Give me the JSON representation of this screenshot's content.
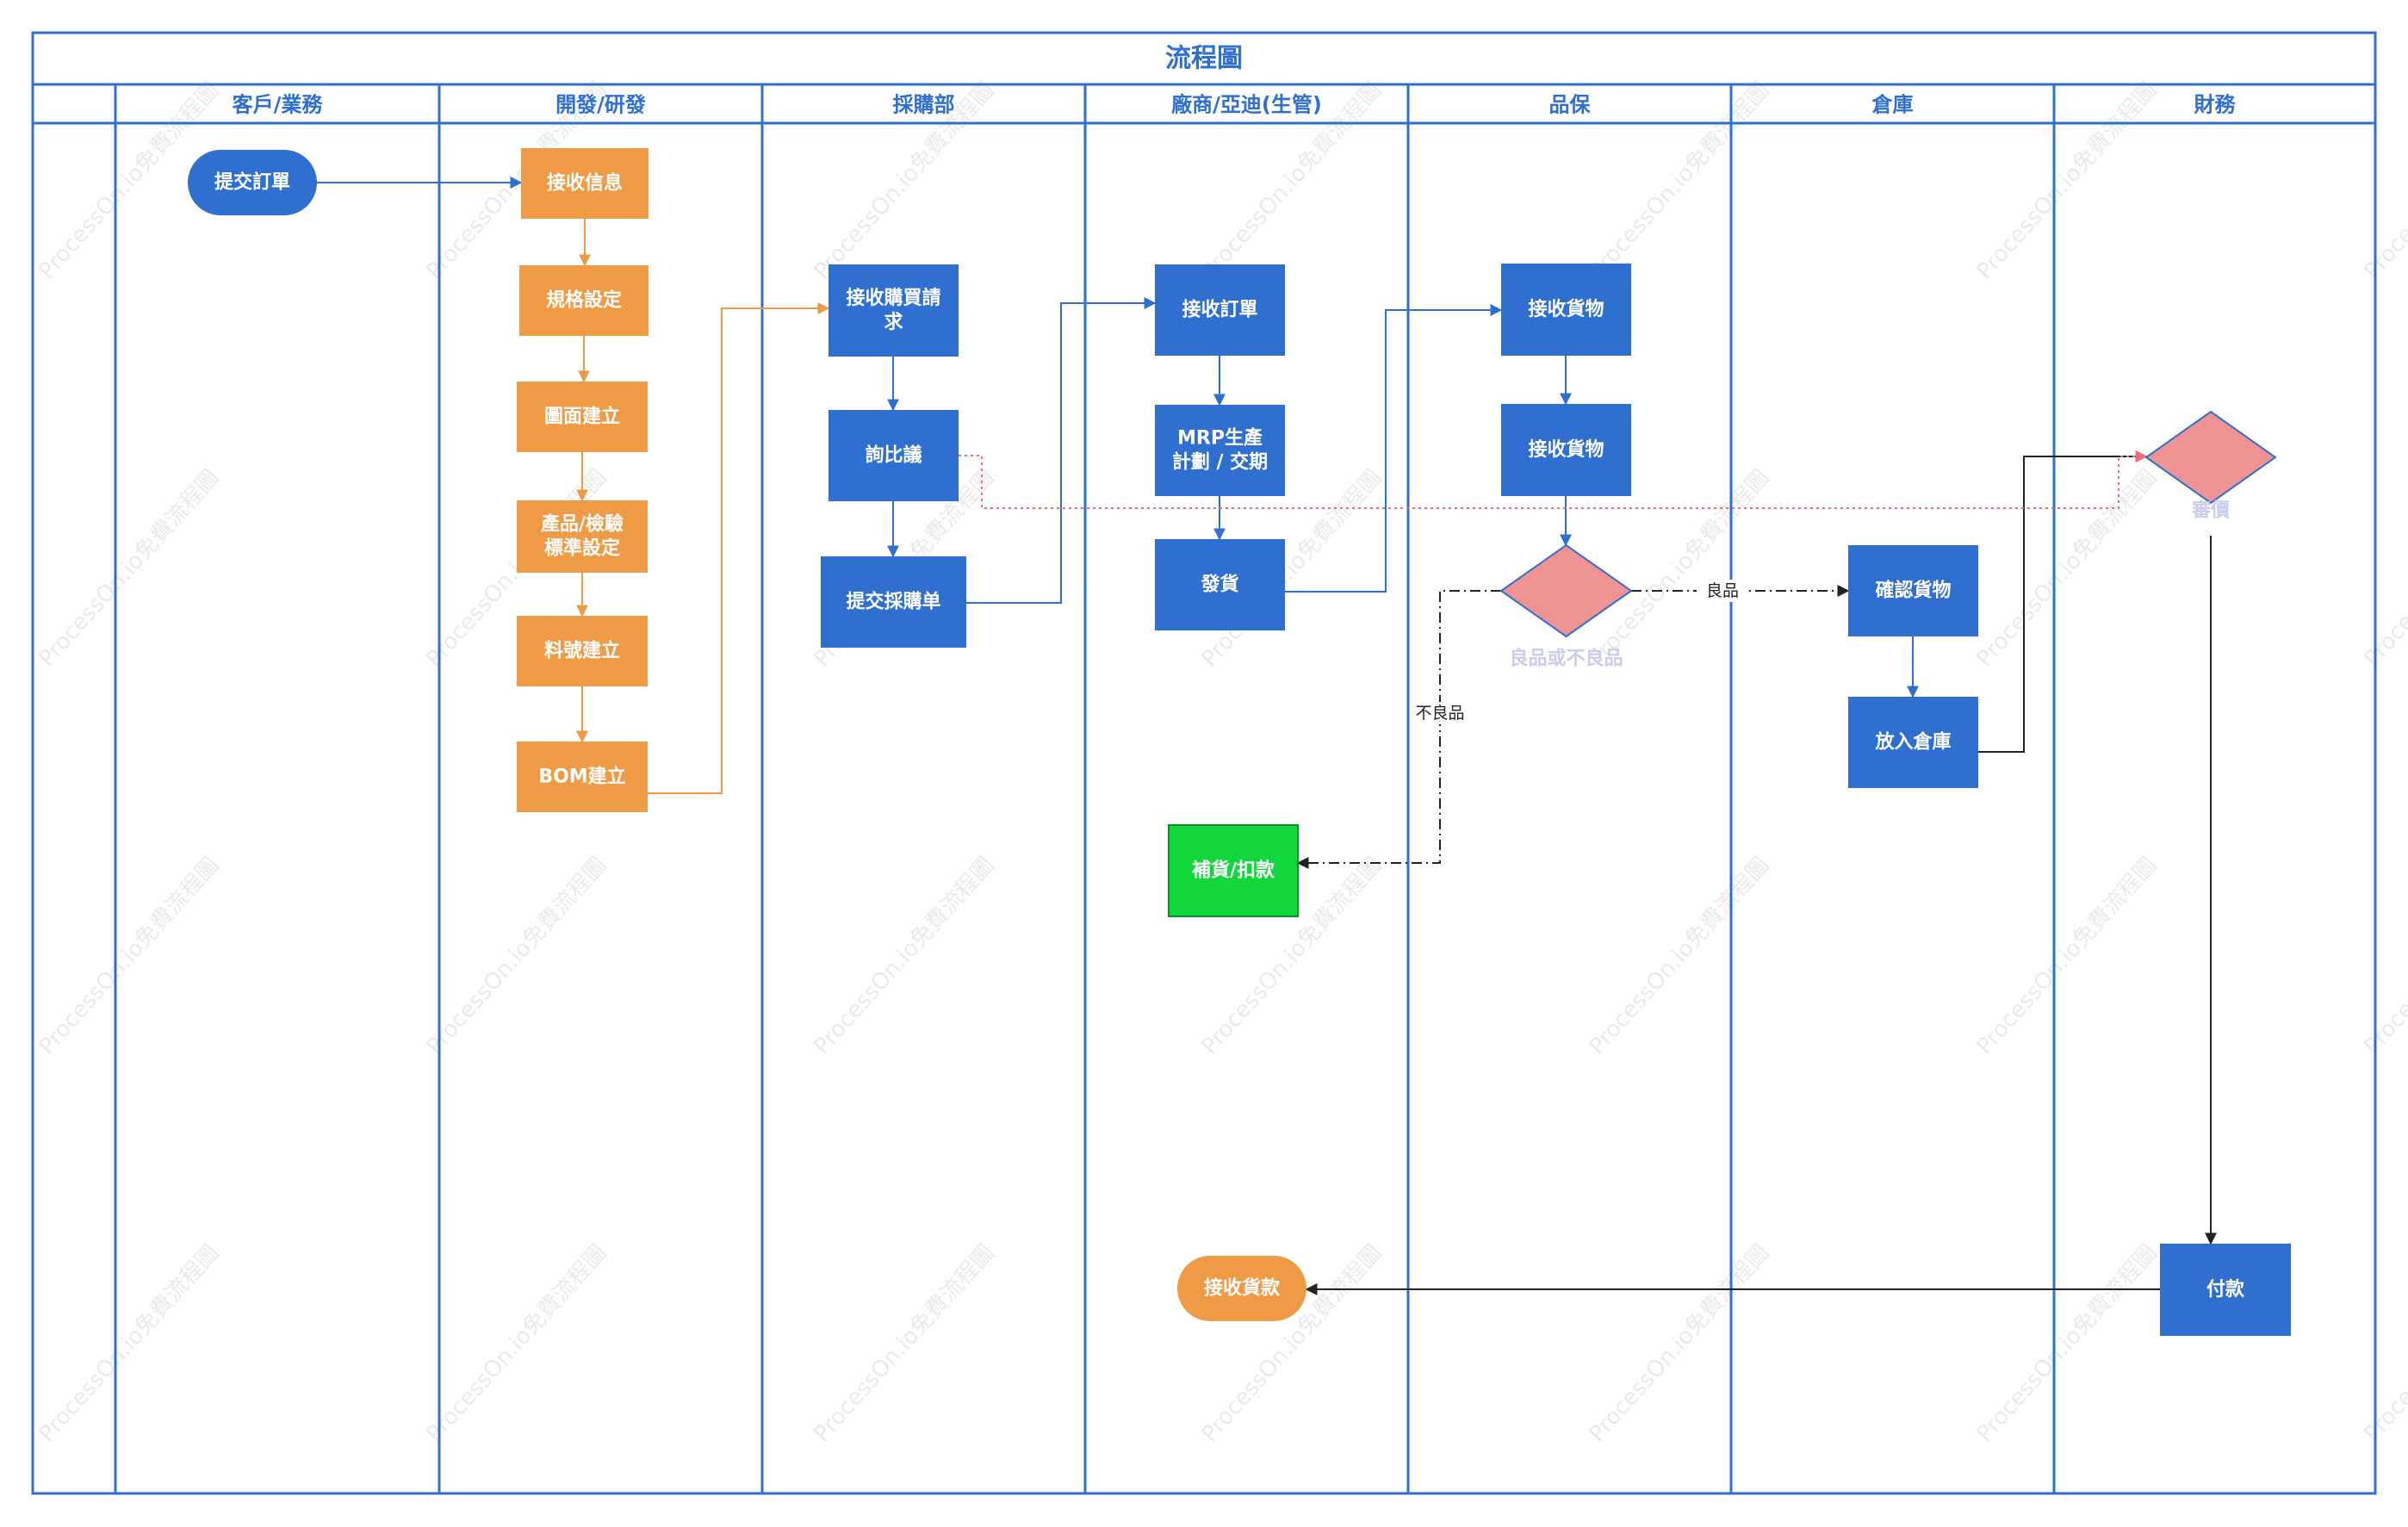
{
  "diagram": {
    "title": "流程圖",
    "watermark": "ProcessOn.io免費流程圖",
    "colors": {
      "lane_border": "#2f6fd0",
      "header_text": "#2f6fd0",
      "blue_node": "#2f6fd0",
      "orange_node": "#ef9a45",
      "green_node": "#11d63c",
      "diamond": "#ef9292",
      "diamond_label": "#c9ccec",
      "blue_edge": "#2f6fd0",
      "orange_edge": "#ef9a45",
      "black_edge": "#222222",
      "pink_edge": "#ee6b7a"
    },
    "lanes": [
      {
        "id": "customer",
        "label": "客戶/業務"
      },
      {
        "id": "rd",
        "label": "開發/研發"
      },
      {
        "id": "purchase",
        "label": "採購部"
      },
      {
        "id": "vendor",
        "label": "廠商/亞迪(生管)"
      },
      {
        "id": "qa",
        "label": "品保"
      },
      {
        "id": "warehouse",
        "label": "倉庫"
      },
      {
        "id": "finance",
        "label": "財務"
      }
    ],
    "nodes": [
      {
        "id": "submit-order",
        "label": "提交訂單",
        "shape": "pill",
        "color": "blue"
      },
      {
        "id": "receive-info",
        "label": "接收信息",
        "shape": "rect",
        "color": "orange"
      },
      {
        "id": "spec-setting",
        "label": "規格設定",
        "shape": "rect",
        "color": "orange"
      },
      {
        "id": "drawing-create",
        "label": "圖面建立",
        "shape": "rect",
        "color": "orange"
      },
      {
        "id": "product-standard",
        "label": "產品/檢驗\n標準設定",
        "shape": "rect",
        "color": "orange"
      },
      {
        "id": "partno-create",
        "label": "料號建立",
        "shape": "rect",
        "color": "orange"
      },
      {
        "id": "bom-create",
        "label": "BOM建立",
        "shape": "rect",
        "color": "orange"
      },
      {
        "id": "receive-purchase-request",
        "label": "接收購買請\n求",
        "shape": "rect",
        "color": "blue"
      },
      {
        "id": "price-inquiry",
        "label": "詢比議",
        "shape": "rect",
        "color": "blue"
      },
      {
        "id": "submit-po",
        "label": "提交採購单",
        "shape": "rect",
        "color": "blue"
      },
      {
        "id": "receive-order",
        "label": "接收訂單",
        "shape": "rect",
        "color": "blue"
      },
      {
        "id": "mrp-plan",
        "label": "MRP生產\n計劃 / 交期",
        "shape": "rect",
        "color": "blue"
      },
      {
        "id": "ship",
        "label": "發貨",
        "shape": "rect",
        "color": "blue"
      },
      {
        "id": "replenish",
        "label": "補貨/扣款",
        "shape": "rect",
        "color": "green"
      },
      {
        "id": "receive-payment",
        "label": "接收貨款",
        "shape": "pill",
        "color": "orange"
      },
      {
        "id": "qa-receive-1",
        "label": "接收貨物",
        "shape": "rect",
        "color": "blue"
      },
      {
        "id": "qa-receive-2",
        "label": "接收貨物",
        "shape": "rect",
        "color": "blue"
      },
      {
        "id": "good-or-bad",
        "label": "良品或不良品",
        "shape": "diamond",
        "color": "diamond"
      },
      {
        "id": "confirm-goods",
        "label": "確認貨物",
        "shape": "rect",
        "color": "blue"
      },
      {
        "id": "put-warehouse",
        "label": "放入倉庫",
        "shape": "rect",
        "color": "blue"
      },
      {
        "id": "price-review",
        "label": "審價",
        "shape": "diamond",
        "color": "diamond"
      },
      {
        "id": "payment",
        "label": "付款",
        "shape": "rect",
        "color": "blue"
      }
    ],
    "edges": [
      {
        "from": "submit-order",
        "to": "receive-info",
        "style": "solid",
        "color": "blue",
        "label": ""
      },
      {
        "from": "receive-info",
        "to": "spec-setting",
        "style": "solid",
        "color": "orange",
        "label": ""
      },
      {
        "from": "spec-setting",
        "to": "drawing-create",
        "style": "solid",
        "color": "orange",
        "label": ""
      },
      {
        "from": "drawing-create",
        "to": "product-standard",
        "style": "solid",
        "color": "orange",
        "label": ""
      },
      {
        "from": "product-standard",
        "to": "partno-create",
        "style": "solid",
        "color": "orange",
        "label": ""
      },
      {
        "from": "partno-create",
        "to": "bom-create",
        "style": "solid",
        "color": "orange",
        "label": ""
      },
      {
        "from": "bom-create",
        "to": "receive-purchase-request",
        "style": "solid",
        "color": "orange",
        "label": ""
      },
      {
        "from": "receive-purchase-request",
        "to": "price-inquiry",
        "style": "solid",
        "color": "blue",
        "label": ""
      },
      {
        "from": "price-inquiry",
        "to": "submit-po",
        "style": "solid",
        "color": "blue",
        "label": ""
      },
      {
        "from": "submit-po",
        "to": "receive-order",
        "style": "solid",
        "color": "blue",
        "label": ""
      },
      {
        "from": "receive-order",
        "to": "mrp-plan",
        "style": "solid",
        "color": "blue",
        "label": ""
      },
      {
        "from": "mrp-plan",
        "to": "ship",
        "style": "solid",
        "color": "blue",
        "label": ""
      },
      {
        "from": "ship",
        "to": "qa-receive-1",
        "style": "solid",
        "color": "blue",
        "label": ""
      },
      {
        "from": "qa-receive-1",
        "to": "qa-receive-2",
        "style": "solid",
        "color": "blue",
        "label": ""
      },
      {
        "from": "qa-receive-2",
        "to": "good-or-bad",
        "style": "solid",
        "color": "blue",
        "label": ""
      },
      {
        "from": "good-or-bad",
        "to": "confirm-goods",
        "style": "dashdot",
        "color": "black",
        "label": "良品"
      },
      {
        "from": "good-or-bad",
        "to": "replenish",
        "style": "dashdot",
        "color": "black",
        "label": "不良品"
      },
      {
        "from": "confirm-goods",
        "to": "put-warehouse",
        "style": "solid",
        "color": "blue",
        "label": ""
      },
      {
        "from": "put-warehouse",
        "to": "price-review",
        "style": "solid",
        "color": "black",
        "label": ""
      },
      {
        "from": "price-inquiry",
        "to": "price-review",
        "style": "dotted",
        "color": "pink",
        "label": ""
      },
      {
        "from": "price-review",
        "to": "payment",
        "style": "solid",
        "color": "black",
        "label": ""
      },
      {
        "from": "payment",
        "to": "receive-payment",
        "style": "solid",
        "color": "black",
        "label": ""
      }
    ]
  }
}
